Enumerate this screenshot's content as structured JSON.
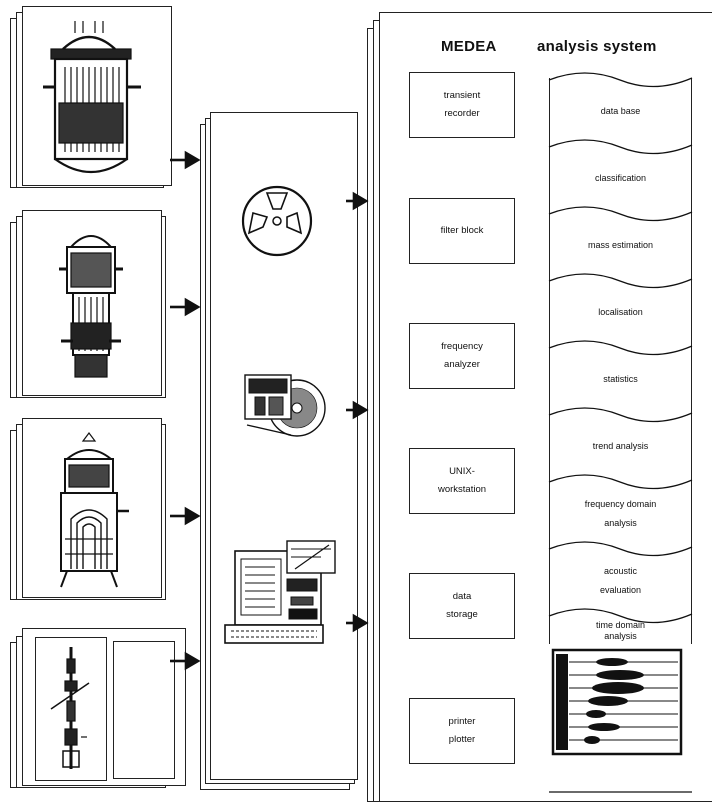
{
  "header": {
    "system_name": "MEDEA",
    "system_subtitle": "analysis system"
  },
  "components": [
    "reactor-pressure-vessel",
    "steam-generator",
    "reactor-coolant-pump",
    "pipe-section"
  ],
  "acquisition_devices": [
    "tape-reel-icon",
    "disk-drive-icon",
    "workstation-terminal-icon"
  ],
  "hardware_blocks": [
    {
      "id": "transient-recorder",
      "label": "transient\nrecorder"
    },
    {
      "id": "filter-block",
      "label": "filter block"
    },
    {
      "id": "frequency-analyzer",
      "label": "frequency\nanalyzer"
    },
    {
      "id": "unix-workstation",
      "label": "UNIX-\nworkstation"
    },
    {
      "id": "data-storage",
      "label": "data\nstorage"
    },
    {
      "id": "printer-plotter",
      "label": "printer\nplotter"
    }
  ],
  "analysis_functions": [
    {
      "id": "data-base",
      "label": "data base"
    },
    {
      "id": "classification",
      "label": "classification"
    },
    {
      "id": "mass-estimation",
      "label": "mass estimation"
    },
    {
      "id": "localisation",
      "label": "localisation"
    },
    {
      "id": "statistics",
      "label": "statistics"
    },
    {
      "id": "trend-analysis",
      "label": "trend analysis"
    },
    {
      "id": "frequency-domain-analysis",
      "label": "frequency domain\nanalysis"
    },
    {
      "id": "acoustic-evaluation",
      "label": "acoustic\nevaluation"
    },
    {
      "id": "time-domain-analysis",
      "label": "time domain\nanalysis"
    }
  ]
}
